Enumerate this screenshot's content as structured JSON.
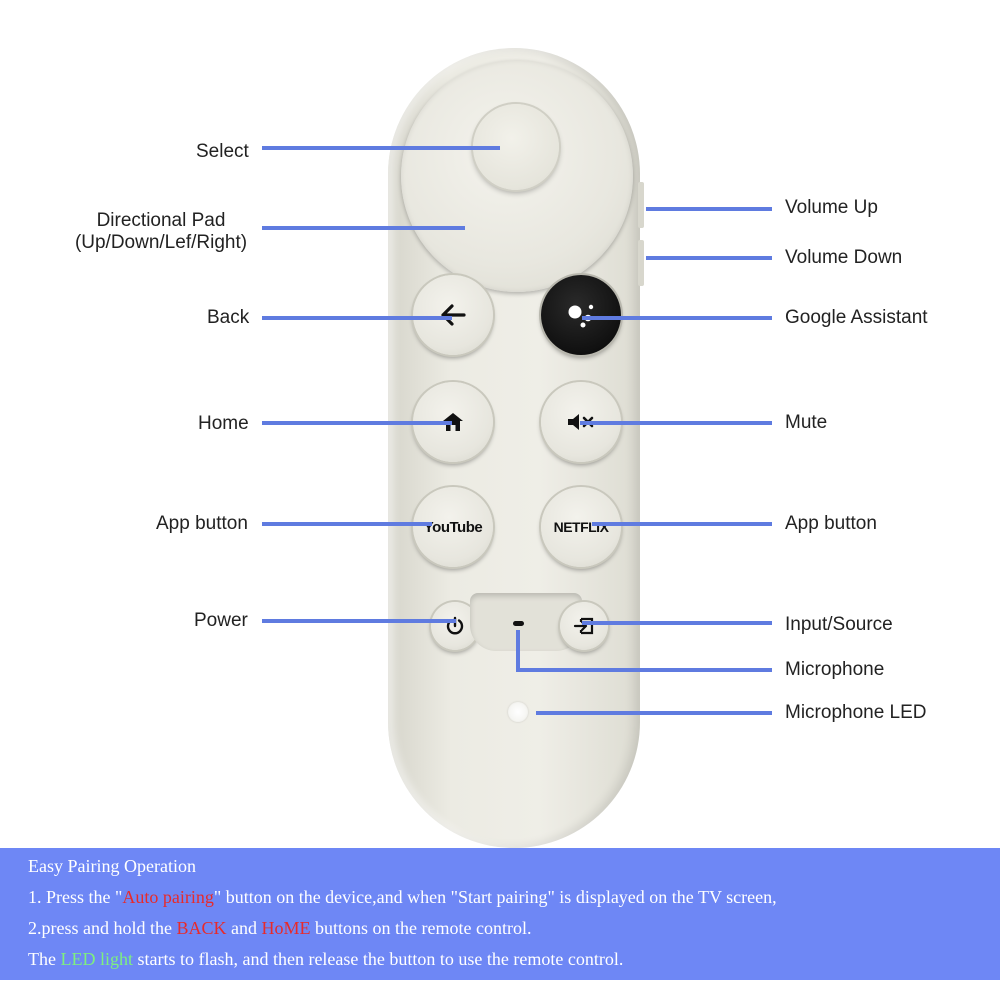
{
  "labels": {
    "select": "Select",
    "dpad_line1": "Directional Pad",
    "dpad_line2": "(Up/Down/Lef/Right)",
    "back": "Back",
    "home": "Home",
    "app_left": "App button",
    "power": "Power",
    "volume_up": "Volume Up",
    "volume_down": "Volume Down",
    "google_assistant": "Google Assistant",
    "mute": "Mute",
    "app_right": "App button",
    "input_source": "Input/Source",
    "microphone": "Microphone",
    "microphone_led": "Microphone LED"
  },
  "buttons": {
    "youtube": "YouTube",
    "netflix": "NETFLIX"
  },
  "instructions": {
    "title": "Easy Pairing Operation",
    "line1_pre": "1. Press the \"",
    "line1_red": "Auto pairing",
    "line1_post": "\" button on the device,and when \"Start pairing\" is displayed on the TV screen,",
    "line2_pre": "2.press and hold the ",
    "line2_red1": "BACK",
    "line2_mid": " and ",
    "line2_red2": "HoME",
    "line2_post": " buttons on the remote control.",
    "line3_pre": "The ",
    "line3_green": "LED light",
    "line3_post": " starts to flash, and then release the button to use the remote control."
  },
  "colors": {
    "leader_line": "#5f7be0",
    "banner": "#6e87f5",
    "highlight_red": "#e82a2a",
    "highlight_green": "#7ef07e"
  },
  "icons": [
    "back-arrow-icon",
    "home-icon",
    "google-assistant-icon",
    "mute-icon",
    "power-icon",
    "input-source-icon"
  ]
}
